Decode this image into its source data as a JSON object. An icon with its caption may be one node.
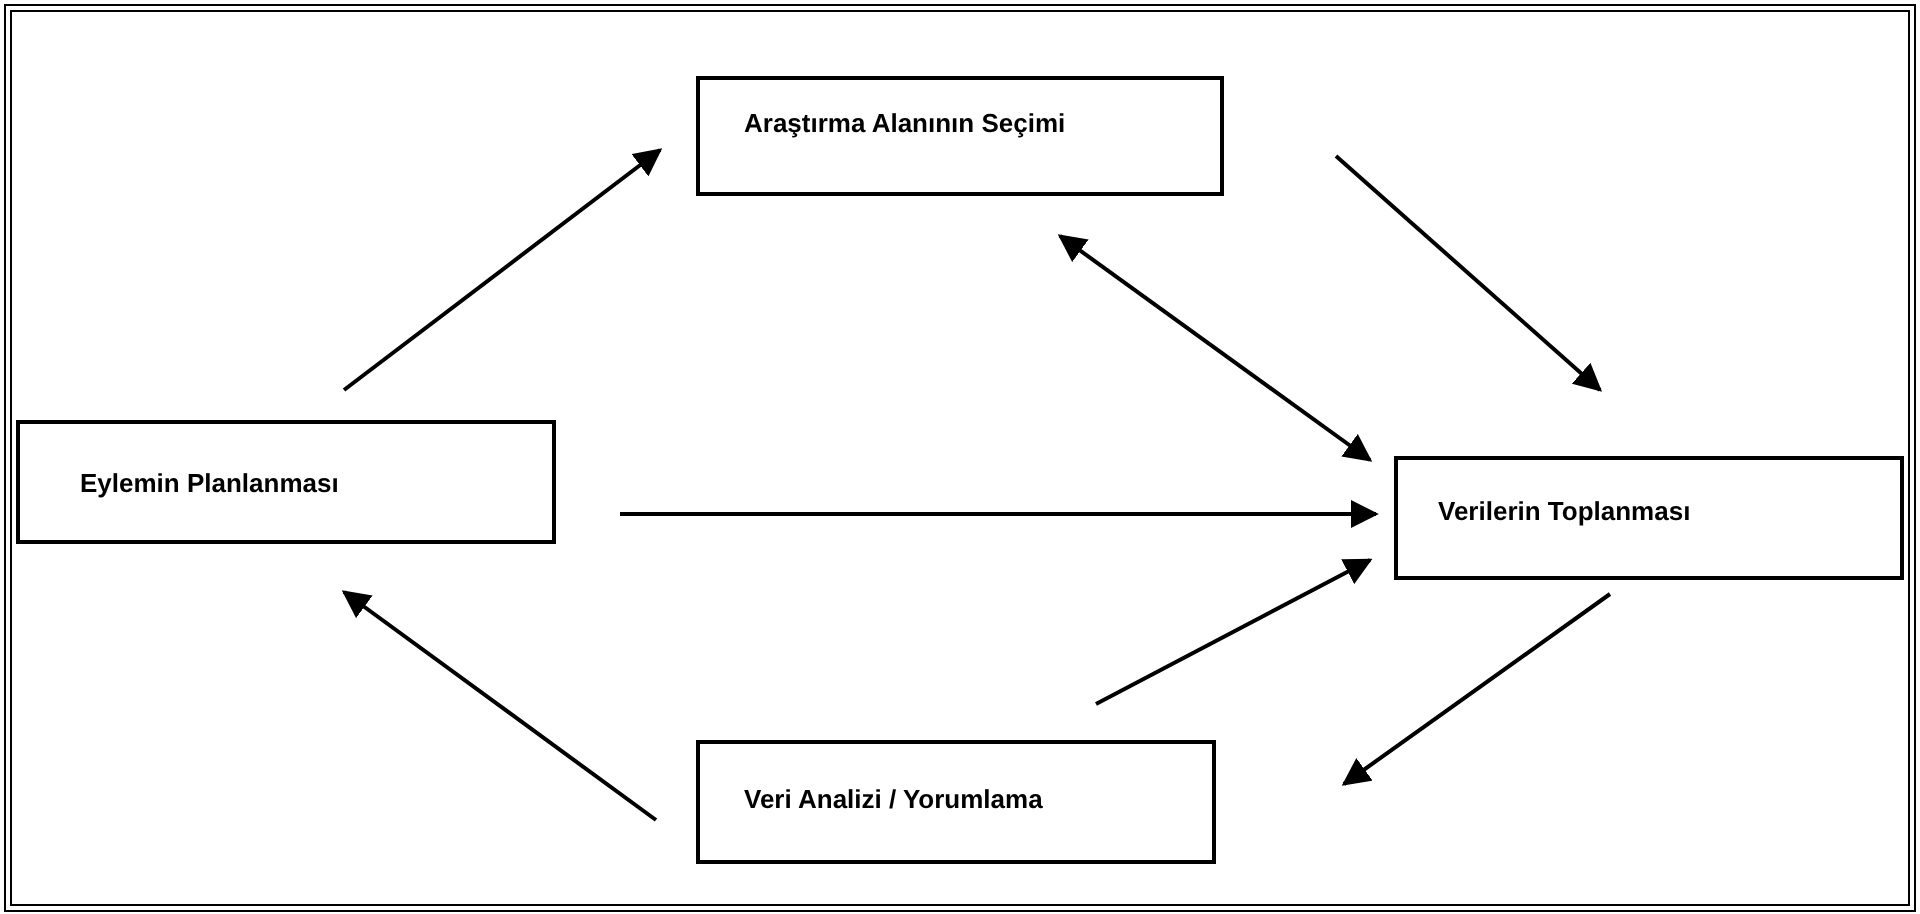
{
  "diagram": {
    "nodes": [
      {
        "text": [
          "Araştırma Alanının Seçimi"
        ]
      },
      {
        "text": [
          "Eylemin Planlanması"
        ]
      },
      {
        "text": [
          "Verilerin Toplanması"
        ]
      },
      {
        "text": [
          "Veri Analizi / Yorumlama"
        ]
      }
    ],
    "edges": [
      {
        "from": 1,
        "to": 0,
        "arrow": "to"
      },
      {
        "from": 0,
        "to": 2,
        "arrow": "to"
      },
      {
        "from": 0,
        "to": 2,
        "arrow": "both"
      },
      {
        "from": 1,
        "to": 2,
        "arrow": "to"
      },
      {
        "from": 3,
        "to": 2,
        "arrow": "to"
      },
      {
        "from": 2,
        "to": 3,
        "arrow": "to"
      },
      {
        "from": 3,
        "to": 1,
        "arrow": "to"
      }
    ]
  }
}
